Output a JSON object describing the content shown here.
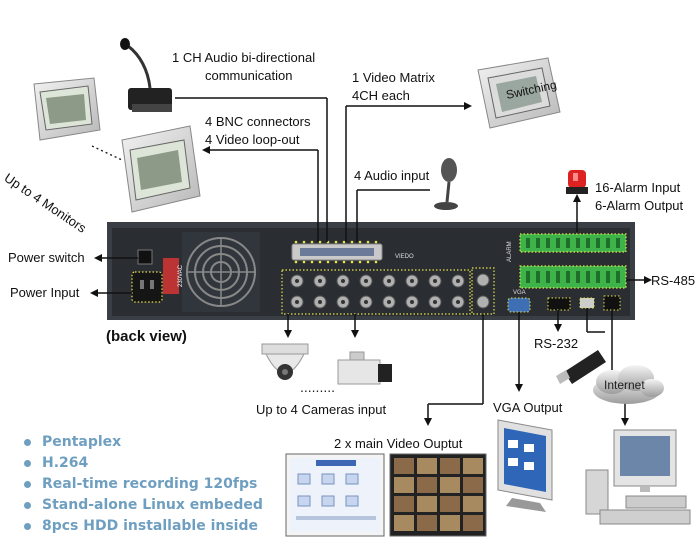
{
  "labels": {
    "audio_bidir_1": "1 CH Audio bi-directional",
    "audio_bidir_2": "communication",
    "video_matrix_1": "1 Video Matrix",
    "video_matrix_2": "4CH each",
    "switching": "Switching",
    "bnc_1": "4 BNC connectors",
    "bnc_2": "4 Video loop-out",
    "monitors": "Up to 4 Monitors",
    "audio_input": "4 Audio input",
    "alarm_1": "16-Alarm Input",
    "alarm_2": "6-Alarm Output",
    "power_switch": "Power switch",
    "power_input": "Power Input",
    "rs485": "RS-485",
    "back_view": "(back view)",
    "rs232": "RS-232",
    "internet": "Internet",
    "cameras": "Up to 4 Cameras input",
    "vga": "VGA Output",
    "main_video": "2 x main Video Ouptut",
    "panel_vga_tag": "VGA",
    "panel_video_tag": "VIEDO",
    "panel_alarm_tag": "ALARM",
    "panel_voltage": "230VAC"
  },
  "features": [
    "Pentaplex",
    "H.264",
    "Real-time recording 120fps",
    "Stand-alone Linux embeded",
    "8pcs HDD installable inside"
  ],
  "colors": {
    "feature_text": "#6f9fc0",
    "panel_dark": "#2a2e33",
    "panel_body": "#3a3f45",
    "highlight_dots": "#e8e24a",
    "terminal_green": "#3db34a",
    "arrow": "#111111"
  }
}
